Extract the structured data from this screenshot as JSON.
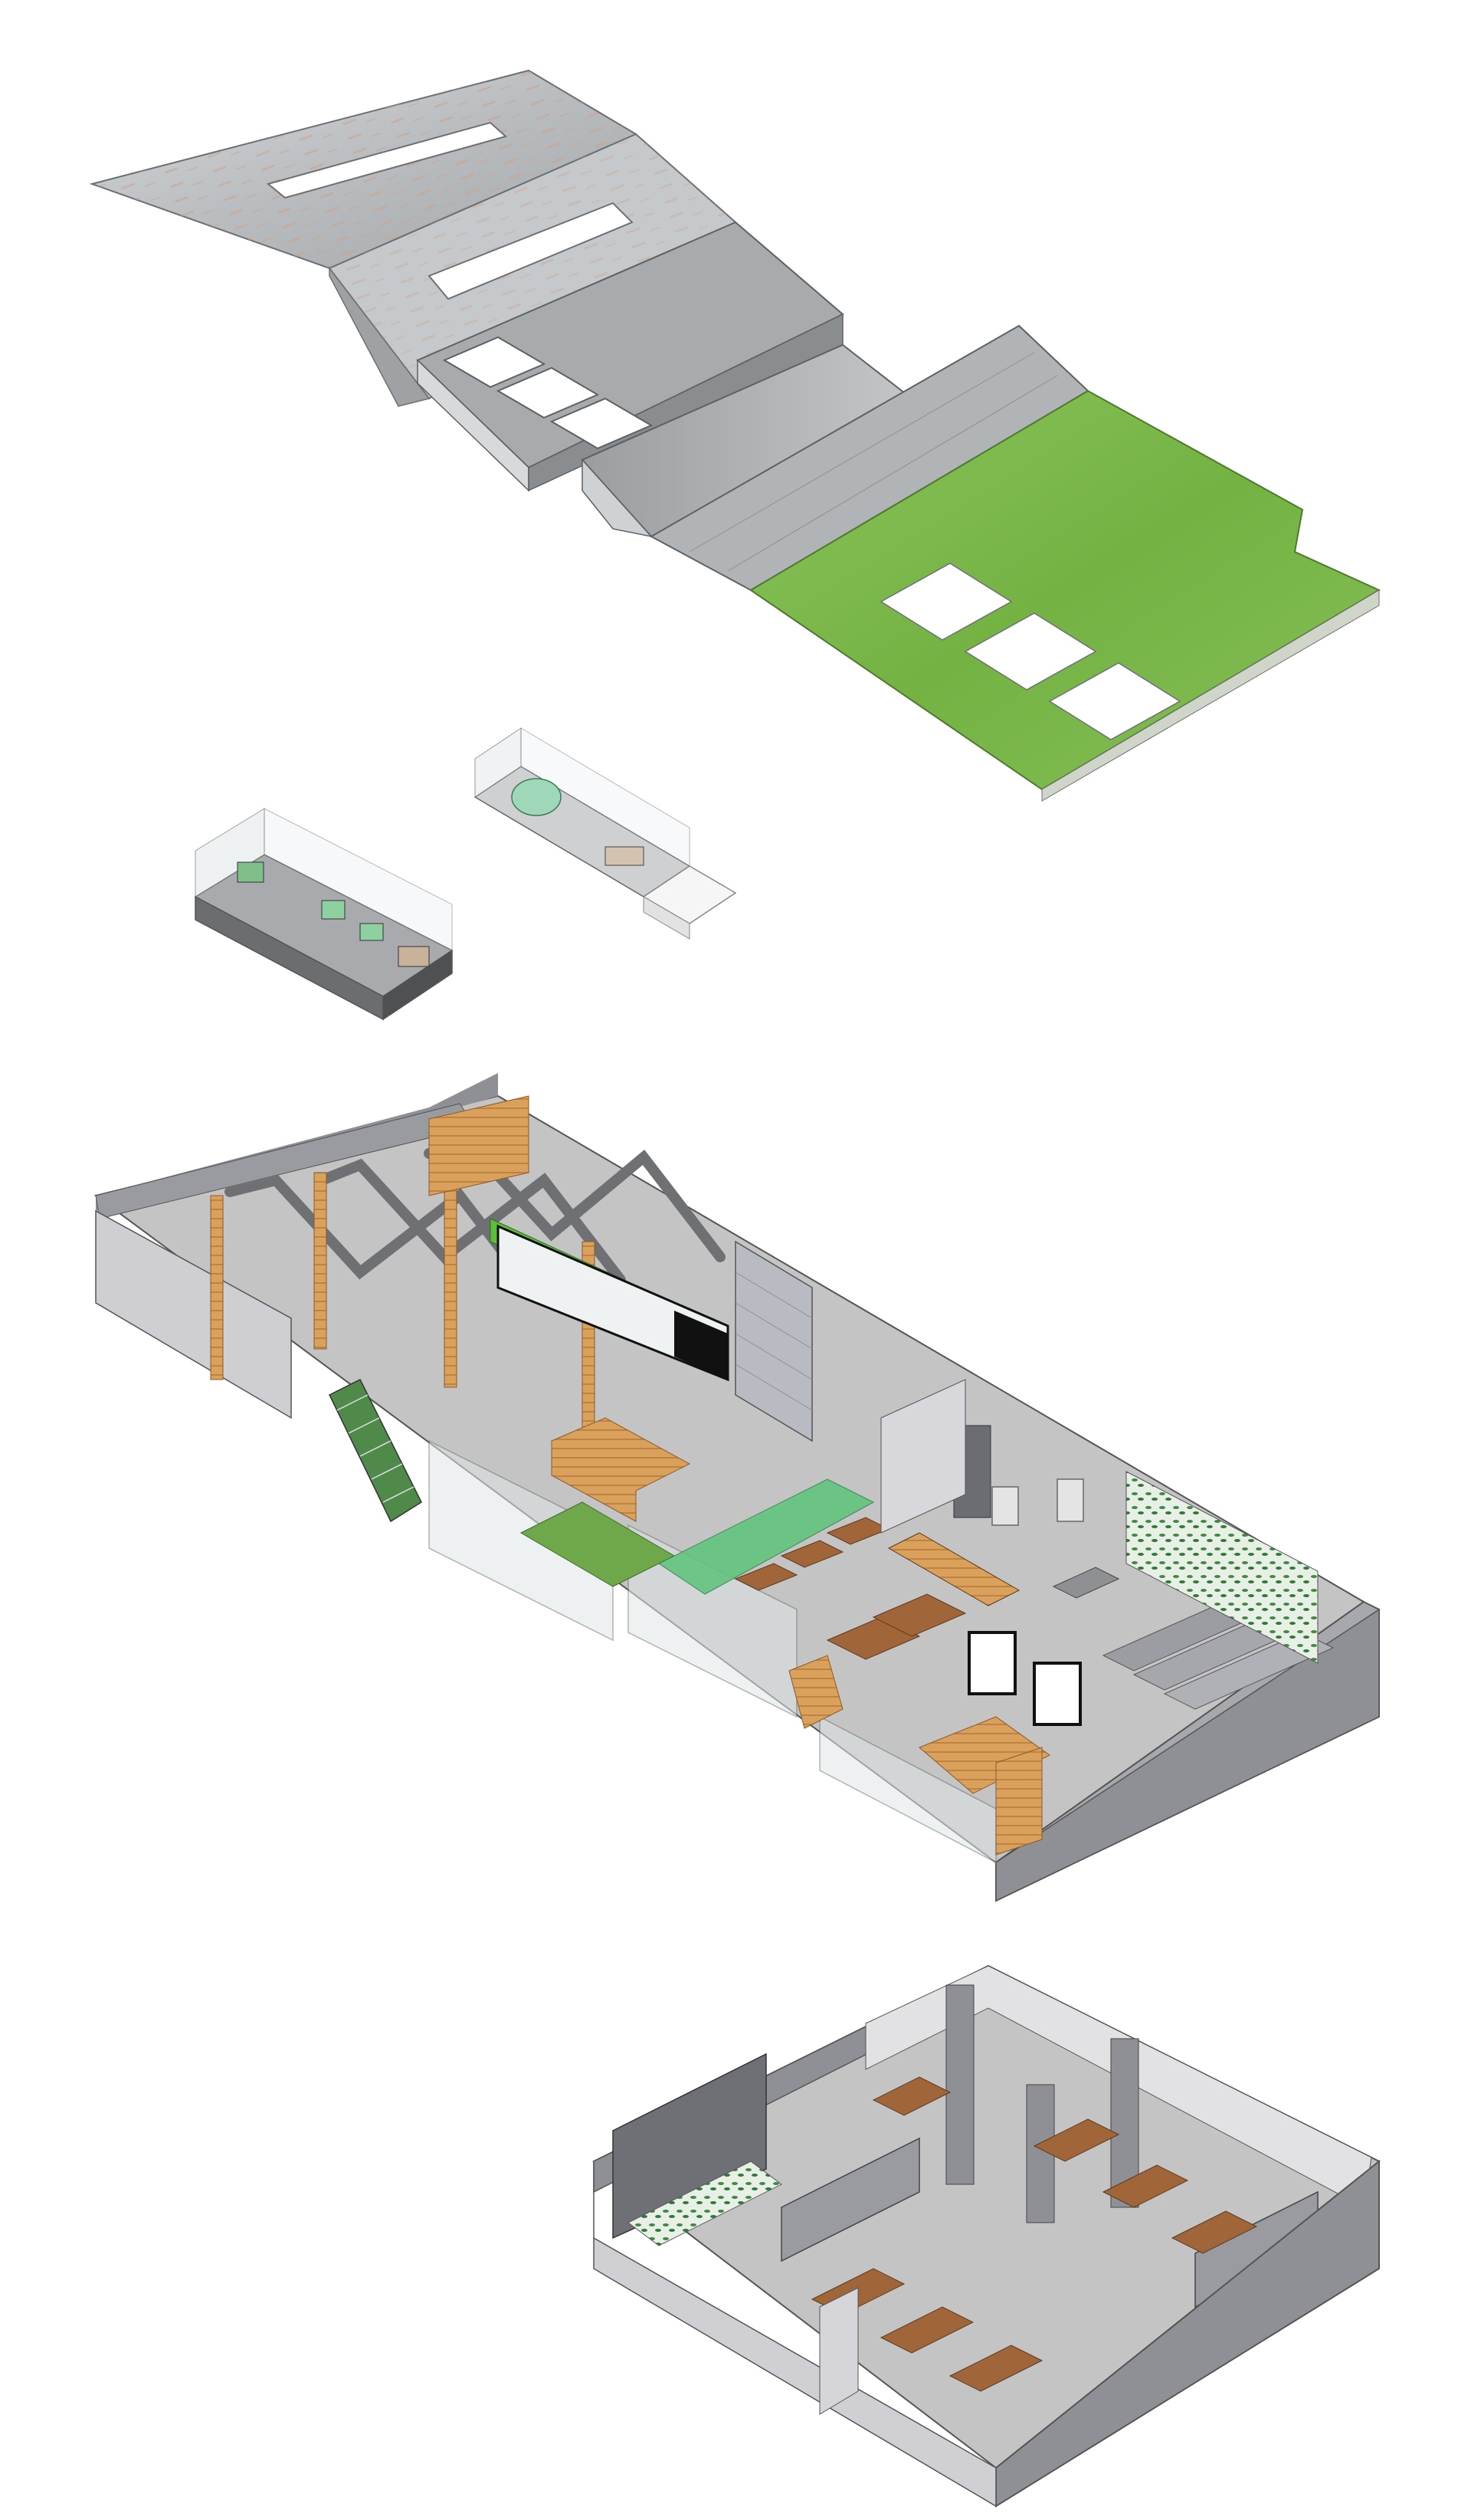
{
  "diagram": {
    "kind": "exploded-axonometric",
    "layers": [
      {
        "name": "roof",
        "materials": [
          "corrugated-metal-roof",
          "green-roof"
        ],
        "skylights": 8
      },
      {
        "name": "mezzanine-pods",
        "count": 2
      },
      {
        "name": "main-floor"
      },
      {
        "name": "lower-floor"
      }
    ],
    "colors": {
      "background": "#ffffff",
      "metal_roof": "#b9bcbf",
      "rust": "#c9a48a",
      "green_roof": "#7cb84a",
      "wall": "#8f9096",
      "floor": "#c4c4c4",
      "timber": "#d9a15c",
      "accent_green": "#5cbf3a",
      "glass": "#dfe6e8"
    }
  }
}
